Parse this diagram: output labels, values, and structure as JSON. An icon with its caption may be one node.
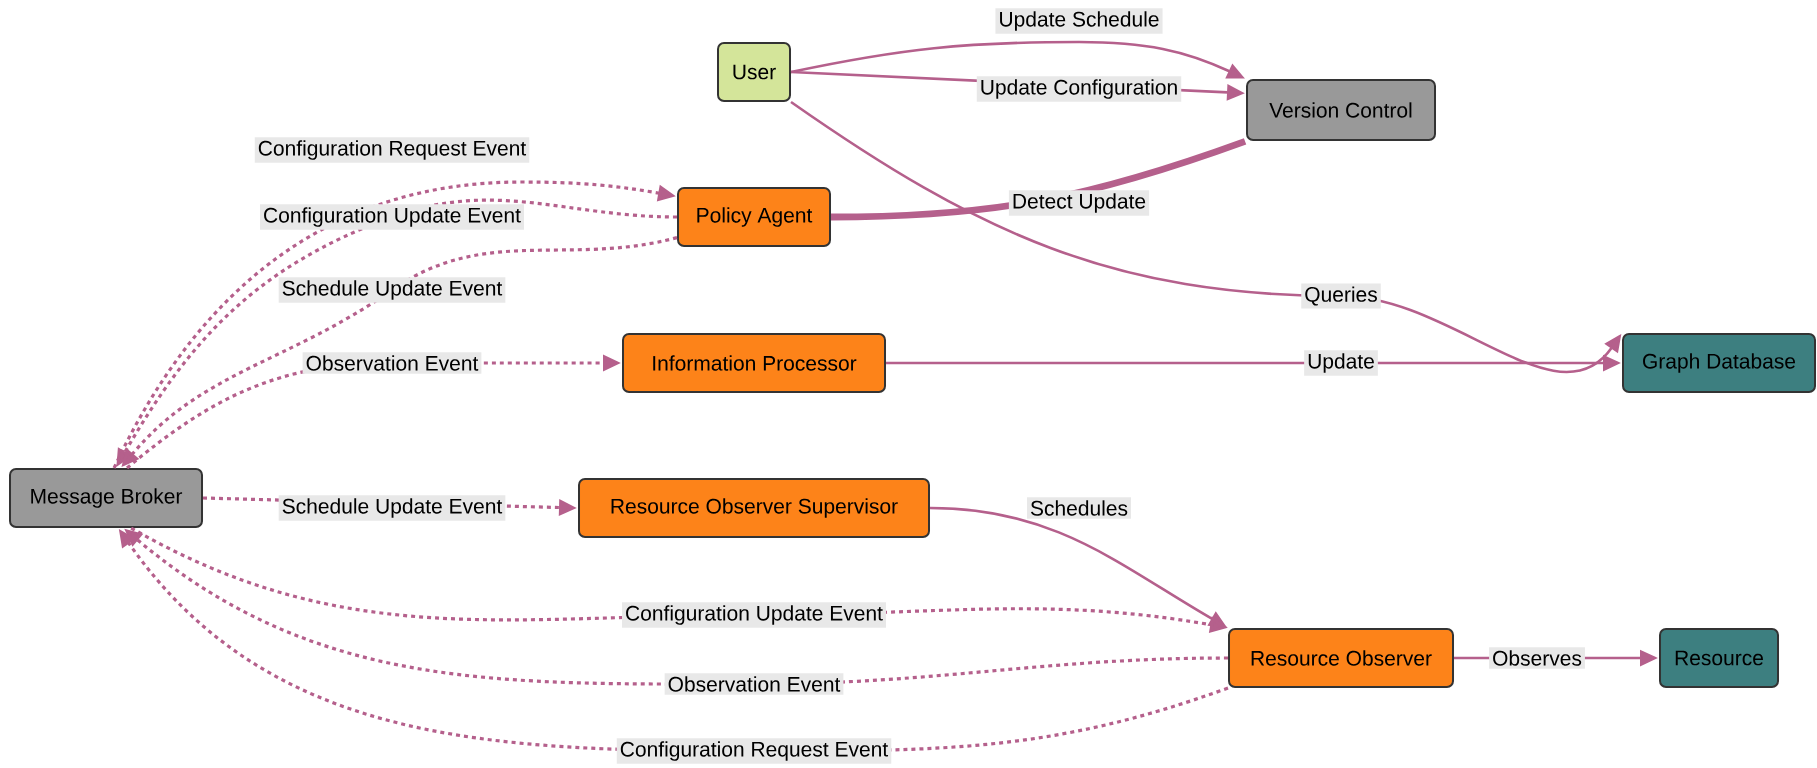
{
  "diagram": {
    "nodes": [
      {
        "text": [
          "User"
        ]
      },
      {
        "text": [
          "Version Control"
        ]
      },
      {
        "text": [
          "Policy Agent"
        ]
      },
      {
        "text": [
          "Information Processor"
        ]
      },
      {
        "text": [
          "Graph Database"
        ]
      },
      {
        "text": [
          "Message Broker"
        ]
      },
      {
        "text": [
          "Resource Observer Supervisor"
        ]
      },
      {
        "text": [
          "Resource Observer"
        ]
      },
      {
        "text": [
          "Resource"
        ]
      }
    ],
    "edges": [
      {
        "from": 0,
        "to": 1,
        "arrow": "to",
        "label": "Update Schedule"
      },
      {
        "from": 0,
        "to": 1,
        "arrow": "to",
        "label": "Update Configuration"
      },
      {
        "from": 2,
        "to": 1,
        "arrow": "none",
        "label": "Detect Update",
        "style": "thick"
      },
      {
        "from": 0,
        "to": 4,
        "arrow": "to",
        "label": "Queries"
      },
      {
        "from": 5,
        "to": 2,
        "arrow": "to",
        "label": "Configuration Request Event",
        "style": "dashed"
      },
      {
        "from": 2,
        "to": 5,
        "arrow": "to",
        "label": "Configuration Update Event",
        "style": "dashed"
      },
      {
        "from": 2,
        "to": 5,
        "arrow": "to",
        "label": "Schedule Update Event",
        "style": "dashed"
      },
      {
        "from": 5,
        "to": 3,
        "arrow": "to",
        "label": "Observation Event",
        "style": "dashed"
      },
      {
        "from": 3,
        "to": 4,
        "arrow": "to",
        "label": "Update"
      },
      {
        "from": 5,
        "to": 6,
        "arrow": "to",
        "label": "Schedule Update Event",
        "style": "dashed"
      },
      {
        "from": 6,
        "to": 7,
        "arrow": "to",
        "label": "Schedules"
      },
      {
        "from": 5,
        "to": 7,
        "arrow": "to",
        "label": "Configuration Update Event",
        "style": "dashed"
      },
      {
        "from": 7,
        "to": 5,
        "arrow": "to",
        "label": "Observation Event",
        "style": "dashed"
      },
      {
        "from": 7,
        "to": 5,
        "arrow": "to",
        "label": "Configuration Request Event",
        "style": "dashed"
      },
      {
        "from": 7,
        "to": 8,
        "arrow": "to",
        "label": "Observes"
      }
    ]
  }
}
